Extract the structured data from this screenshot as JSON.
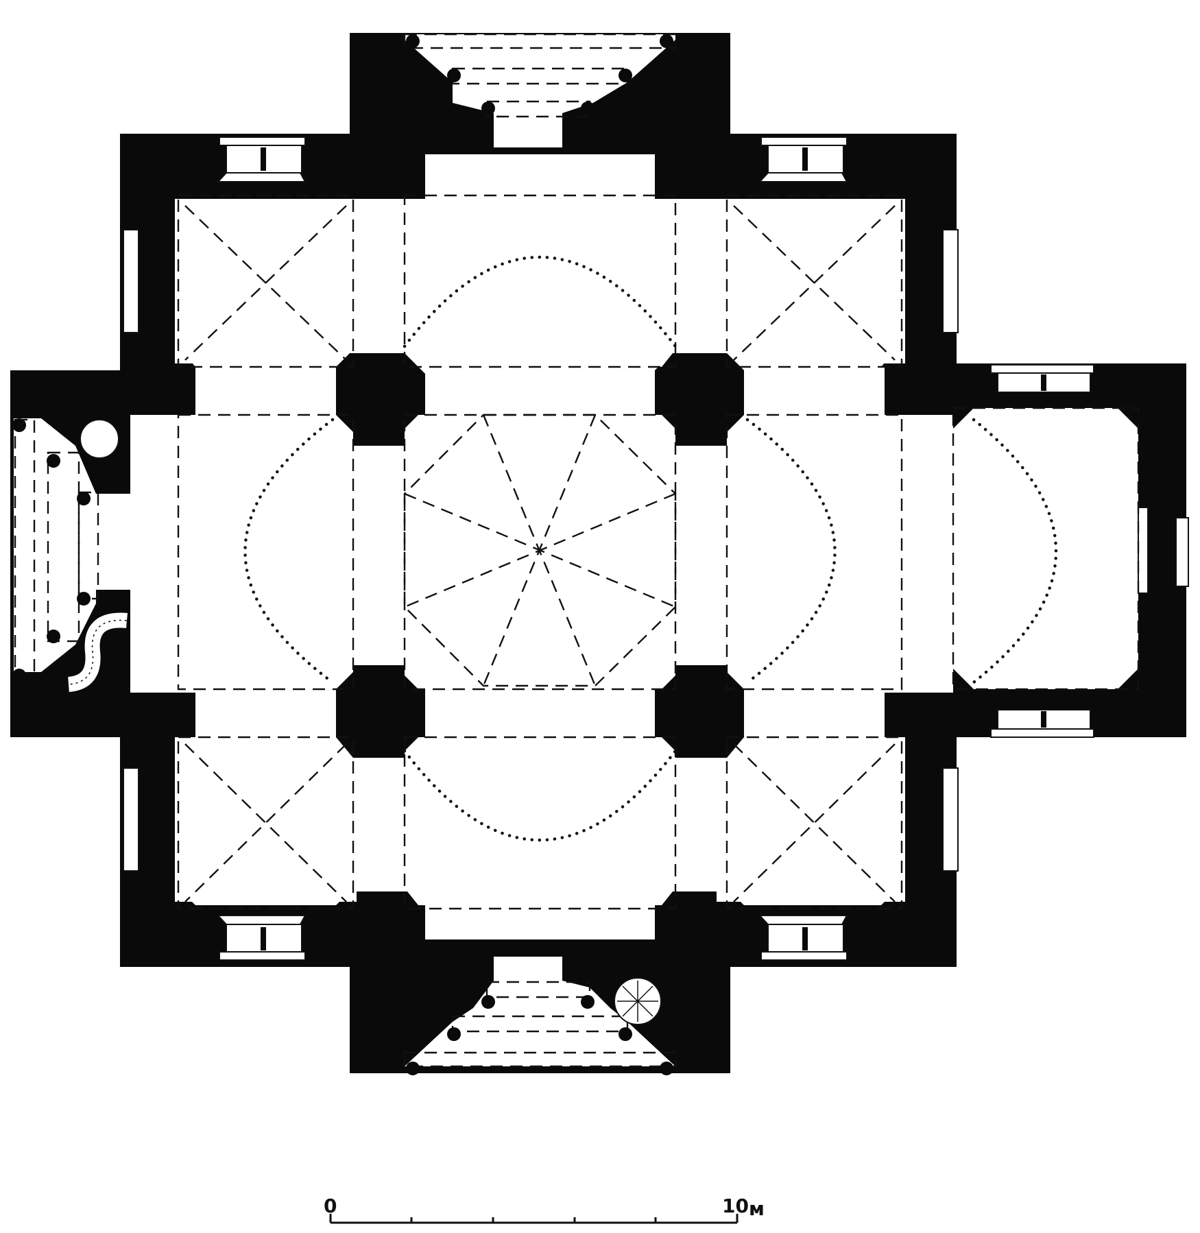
{
  "scale_bar": {
    "start_label": "0",
    "end_label": "10",
    "unit": "м",
    "ticks": 6
  },
  "colors": {
    "wall": "#0a0a0a",
    "background": "#ffffff"
  }
}
